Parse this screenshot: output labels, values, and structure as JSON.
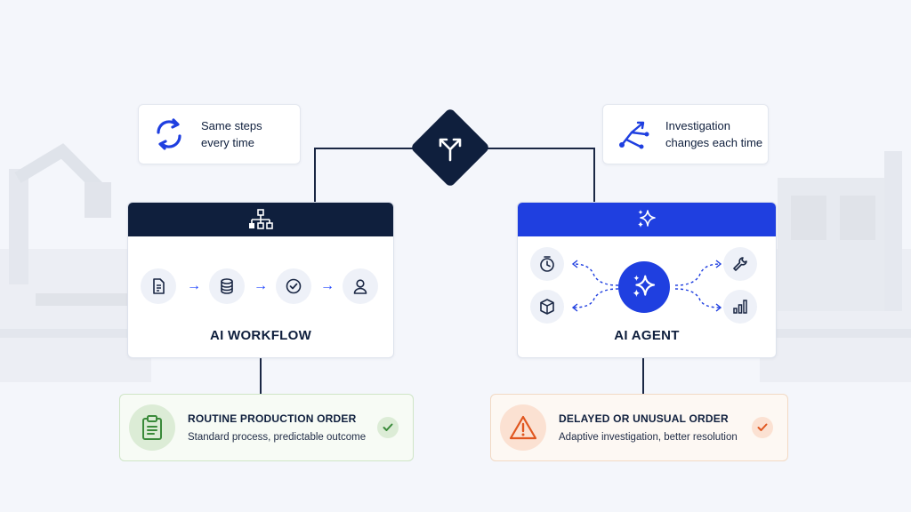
{
  "callouts": {
    "left": {
      "line1": "Same steps",
      "line2": "every time",
      "icon": "refresh-cycle-icon"
    },
    "right": {
      "line1": "Investigation",
      "line2": "changes each time",
      "icon": "branching-paths-icon"
    }
  },
  "hub": {
    "icon": "split-arrows-icon"
  },
  "workflow": {
    "title": "AI WORKFLOW",
    "header_icon": "hierarchy-icon",
    "steps": [
      "document-icon",
      "database-icon",
      "check-circle-icon",
      "user-icon"
    ]
  },
  "agent": {
    "title": "AI AGENT",
    "header_icon": "sparkles-icon",
    "inputs": [
      "clock-icon",
      "package-icon"
    ],
    "outputs": [
      "wrench-icon",
      "bar-chart-icon"
    ]
  },
  "results": {
    "routine": {
      "title": "ROUTINE PRODUCTION ORDER",
      "subtitle": "Standard process, predictable outcome",
      "icon": "clipboard-icon"
    },
    "unusual": {
      "title": "DELAYED OR UNUSUAL ORDER",
      "subtitle": "Adaptive investigation, better resolution",
      "icon": "warning-icon"
    }
  },
  "colors": {
    "navy": "#0f1f3d",
    "blue": "#1f3fe0",
    "green": "#3a8a3a",
    "orange": "#e0561f"
  }
}
